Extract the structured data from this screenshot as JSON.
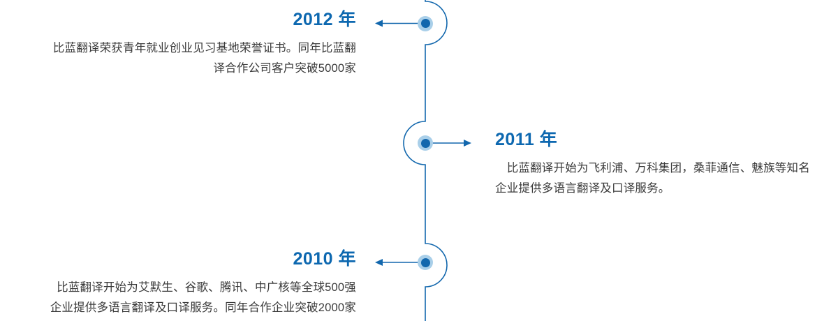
{
  "theme": {
    "line_color": "#1267ad",
    "dot_core_color": "#1267ad",
    "dot_halo_color": "#a9cfe9",
    "year_color": "#0d68b0",
    "text_color": "#3a3a3a",
    "background": "#ffffff"
  },
  "timeline": {
    "entries": [
      {
        "year": "2012 年",
        "side": "left",
        "arrow": "arrow-left",
        "bulge": "right",
        "lines": [
          "比蓝翻译荣获青年就业创业见习基地荣誉证书。同年比蓝翻",
          "译合作公司客户突破5000家"
        ]
      },
      {
        "year": "2011 年",
        "side": "right",
        "arrow": "arrow-right",
        "bulge": "left",
        "lines": [
          "　比蓝翻译开始为飞利浦、万科集团，桑菲通信、魅族等知名",
          "企业提供多语言翻译及口译服务。"
        ]
      },
      {
        "year": "2010 年",
        "side": "left",
        "arrow": "arrow-left",
        "bulge": "right",
        "lines": [
          "比蓝翻译开始为艾默生、谷歌、腾讯、中广核等全球500强",
          "企业提供多语言翻译及口译服务。同年合作企业突破2000家"
        ]
      }
    ]
  }
}
